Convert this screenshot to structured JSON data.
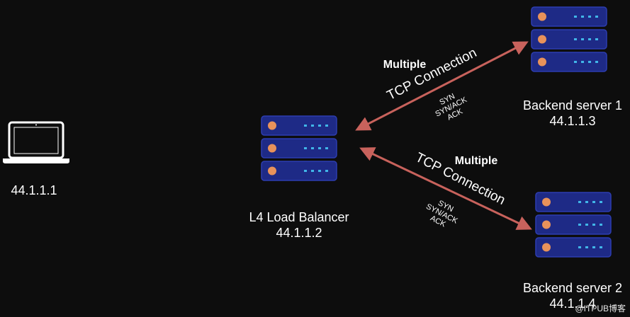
{
  "client": {
    "ip": "44.1.1.1"
  },
  "load_balancer": {
    "name": "L4 Load Balancer",
    "ip": "44.1.1.2"
  },
  "backend1": {
    "name": "Backend server 1",
    "ip": "44.1.1.3"
  },
  "backend2": {
    "name": "Backend server 2",
    "ip": "44.1.1.4"
  },
  "connection_top": {
    "label_bold": "Multiple",
    "label": "TCP Connection",
    "handshake": [
      "SYN",
      "SYN/ACK",
      "ACK"
    ]
  },
  "connection_bottom": {
    "label_bold": "Multiple",
    "label": "TCP Connection",
    "handshake": [
      "SYN",
      "SYN/ACK",
      "ACK"
    ]
  },
  "watermark": "@ITPUB博客",
  "colors": {
    "background": "#0d0d0d",
    "arrow": "#c8625c",
    "server_body": "#1e2a86",
    "server_border": "#2d3db0",
    "server_led": "#e8925a",
    "server_dots": "#41b6e8",
    "laptop": "#ffffff"
  }
}
